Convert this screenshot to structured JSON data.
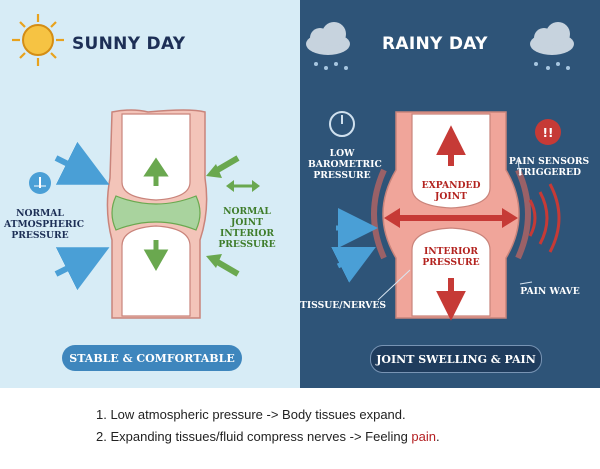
{
  "sunny": {
    "title": "SUNNY DAY",
    "label_normal_atm": [
      "NORMAL",
      "ATMOSPHERIC",
      "PRESSURE"
    ],
    "label_normal_joint": [
      "NORMAL",
      "JOINT",
      "INTERIOR",
      "PRESSURE"
    ],
    "footer": "STABLE & COMFORTABLE"
  },
  "rainy": {
    "title": "RAINY DAY",
    "label_low_baro": [
      "LOW",
      "BAROMETRIC",
      "PRESSURE"
    ],
    "label_pain_sensors": [
      "PAIN SENSORS",
      "TRIGGERED"
    ],
    "label_expanded": [
      "EXPANDED",
      "JOINT"
    ],
    "label_interior": [
      "INTERIOR",
      "PRESSURE"
    ],
    "label_tissue": "TISSUE/NERVES",
    "label_pain_wave": "PAIN WAVE",
    "footer": "JOINT SWELLING & PAIN"
  },
  "notes": {
    "line1": "1. Low atmospheric pressure -> Body tissues expand.",
    "line2_prefix": "2. Expanding tissues/fluid compress nerves -> Feeling ",
    "line2_highlight": "pain",
    "line2_suffix": "."
  },
  "colors": {
    "sunny_bg": "#d7ecf6",
    "rainy_bg": "#2e5478",
    "arrow_blue": "#4a9fd6",
    "arrow_green": "#6aa84f",
    "pain_red": "#c63a36"
  },
  "icons": [
    "sun-icon",
    "cloud-rain-icon",
    "gauge-icon",
    "alert-icon"
  ]
}
